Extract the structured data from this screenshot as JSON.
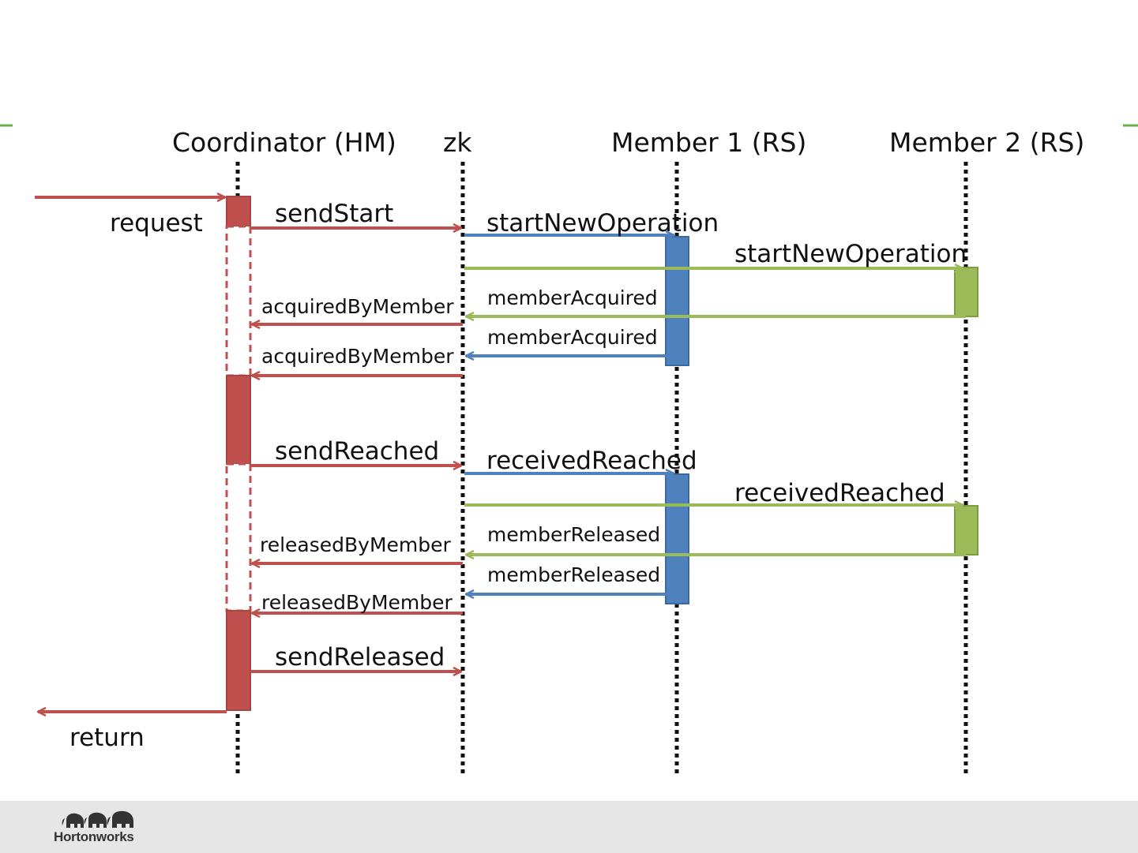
{
  "participants": {
    "coordinator": "Coordinator (HM)",
    "zk": "zk",
    "member1": "Member 1 (RS)",
    "member2": "Member 2 (RS)"
  },
  "messages": {
    "request": "request",
    "send_start": "sendStart",
    "start_new_operation_1": "startNewOperation",
    "start_new_operation_2": "startNewOperation",
    "member_acquired_1": "memberAcquired",
    "acquired_by_member_1": "acquiredByMember",
    "member_acquired_2": "memberAcquired",
    "acquired_by_member_2": "acquiredByMember",
    "send_reached": "sendReached",
    "received_reached_1": "receivedReached",
    "received_reached_2": "receivedReached",
    "member_released_1": "memberReleased",
    "released_by_member_1": "releasedByMember",
    "member_released_2": "memberReleased",
    "released_by_member_2": "releasedByMember",
    "send_released": "sendReleased",
    "return": "return"
  },
  "footer": {
    "logo_text": "Hortonworks"
  },
  "colors": {
    "coordinator": "#c0504d",
    "member1": "#4f81bd",
    "member2": "#9bbb59",
    "accent": "#6ab04c",
    "footer_bg": "#e6e6e6"
  }
}
